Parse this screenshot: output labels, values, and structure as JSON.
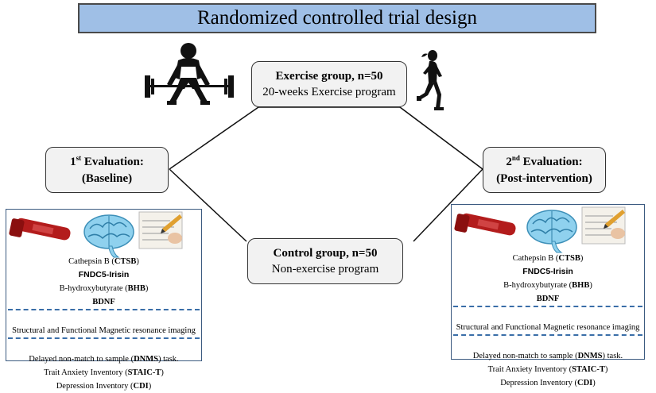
{
  "title": "Randomized controlled trial design",
  "exercise_group": {
    "title": "Exercise group, n=50",
    "subtitle": "20-weeks Exercise program"
  },
  "control_group": {
    "title": "Control group, n=50",
    "subtitle": "Non-exercise program"
  },
  "evaluation_1": {
    "number": "1",
    "superscript": "st",
    "label": " Evaluation:",
    "sub": "(Baseline)"
  },
  "evaluation_2": {
    "number": "2",
    "superscript": "nd",
    "label": " Evaluation:",
    "sub": "(Post-intervention)"
  },
  "measures": {
    "ctsb_prefix": "Cathepsin B (",
    "ctsb_abbr": "CTSB",
    "ctsb_suffix": ")",
    "fndc5": "FNDC5-Irisin",
    "bhb_prefix": "B-hydroxybutyrate (",
    "bhb_abbr": "BHB",
    "bhb_suffix": ")",
    "bdnf": "BDNF",
    "mri": "Structural and Functional Magnetic resonance imaging",
    "dnms_prefix": "Delayed non-match to sample (",
    "dnms_abbr": "DNMS",
    "dnms_suffix": ") task.",
    "staic_prefix": "Trait Anxiety Inventory (",
    "staic_abbr": "STAIC-T",
    "staic_suffix": ")",
    "cdi_prefix": "Depression Inventory (",
    "cdi_abbr": "CDI",
    "cdi_suffix": ")"
  },
  "colors": {
    "title_bg": "#9fbfe6",
    "box_bg": "#f2f2f2",
    "dash": "#3a6ea8",
    "panel_border": "#3b5a80"
  },
  "icons": [
    "weightlifter-icon",
    "runner-icon",
    "blood-tube-icon",
    "brain-icon",
    "questionnaire-icon"
  ]
}
